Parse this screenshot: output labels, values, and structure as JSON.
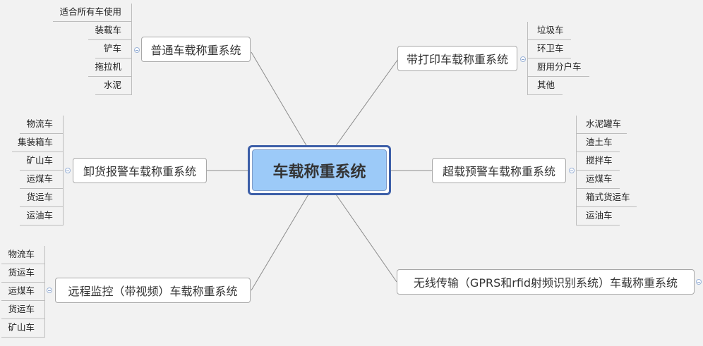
{
  "central": {
    "label": "车载称重系统"
  },
  "branches": {
    "general": {
      "title": "普通车载称重系统",
      "items": [
        "适合所有车使用",
        "装载车",
        "铲车",
        "拖拉机",
        "水泥"
      ]
    },
    "print": {
      "title": "带打印车载称重系统",
      "items": [
        "垃圾车",
        "环卫车",
        "厨用分户车",
        "其他"
      ]
    },
    "unload": {
      "title": "卸货报警车载称重系统",
      "items": [
        "物流车",
        "集装箱车",
        "矿山车",
        "运煤车",
        "货运车",
        "运油车"
      ]
    },
    "overload": {
      "title": "超载预警车载称重系统",
      "items": [
        "水泥罐车",
        "渣土车",
        "搅拌车",
        "运煤车",
        "箱式货运车",
        "运油车"
      ]
    },
    "remote": {
      "title": "远程监控（带视频）车载称重系统",
      "items": [
        "物流车",
        "货运车",
        "运煤车",
        "货运车",
        "矿山车"
      ]
    },
    "wireless": {
      "title": "无线传输（GPRS和rfid射频识别系统）车载称重系统"
    }
  }
}
